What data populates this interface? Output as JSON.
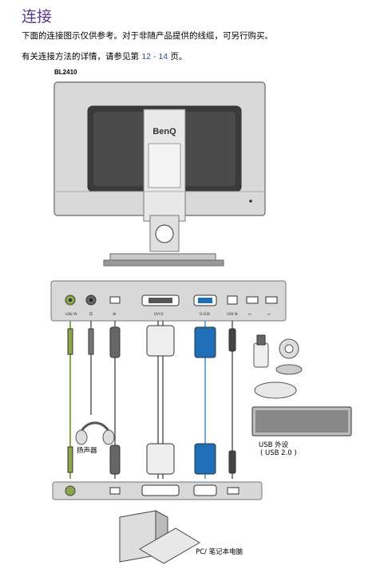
{
  "document": {
    "title": "连接",
    "intro": "下面的连接图示仅供参考。对于非随产品提供的线缆，可另行购买。",
    "ref_prefix": "有关连接方法的详情，请参见第",
    "ref_pages": "12 - 14",
    "ref_suffix": "页。",
    "model": "BL2410"
  },
  "monitor": {
    "brand": "BenQ"
  },
  "ports": [
    {
      "label": "LINE IN"
    },
    {
      "label": "Ω"
    },
    {
      "label": "⊕"
    },
    {
      "label": "DVI-D"
    },
    {
      "label": "D-SUB"
    },
    {
      "label": "USB IN"
    },
    {
      "label": "⭠"
    },
    {
      "label": "⭠"
    }
  ],
  "labels": {
    "speaker": "扬声器",
    "usb_devices": "USB 外设",
    "usb_version": "( USB 2.0 )",
    "pc": "PC/ 笔记本电脑"
  },
  "colors": {
    "title": "#5a3a8a",
    "page_ref": "#2a52a8",
    "dsub_blue": "#1e6fb8",
    "audio_green": "#8aa84a",
    "panel_gray": "#d8d8d8"
  }
}
